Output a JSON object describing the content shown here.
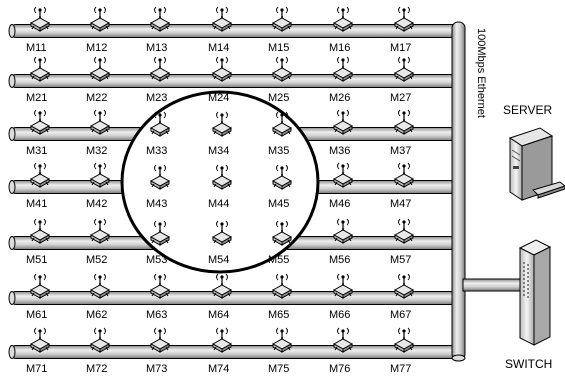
{
  "network": {
    "backbone_label": "100Mbps Ethernet",
    "server_label": "SERVER",
    "switch_label": "SWITCH"
  },
  "grid": {
    "rows": [
      [
        "M11",
        "M12",
        "M13",
        "M14",
        "M15",
        "M16",
        "M17"
      ],
      [
        "M21",
        "M22",
        "M23",
        "M24",
        "M25",
        "M26",
        "M27"
      ],
      [
        "M31",
        "M32",
        "M33",
        "M34",
        "M35",
        "M36",
        "M37"
      ],
      [
        "M41",
        "M42",
        "M43",
        "M44",
        "M45",
        "M46",
        "M47"
      ],
      [
        "M51",
        "M52",
        "M53",
        "M54",
        "M55",
        "M56",
        "M57"
      ],
      [
        "M61",
        "M62",
        "M63",
        "M64",
        "M65",
        "M66",
        "M67"
      ],
      [
        "M71",
        "M72",
        "M73",
        "M74",
        "M75",
        "M76",
        "M77"
      ]
    ],
    "highlighted": [
      "M33",
      "M34",
      "M35",
      "M43",
      "M44",
      "M45",
      "M53",
      "M54",
      "M55"
    ]
  },
  "colors": {
    "pipe": "#cfcfcf",
    "pipe_shade": "#9a9a9a",
    "outline": "#000000",
    "highlight_fill": "#ffffff"
  },
  "icons": {
    "node": "wireless-node-icon",
    "server": "server-tower-icon",
    "switch": "network-switch-icon"
  }
}
